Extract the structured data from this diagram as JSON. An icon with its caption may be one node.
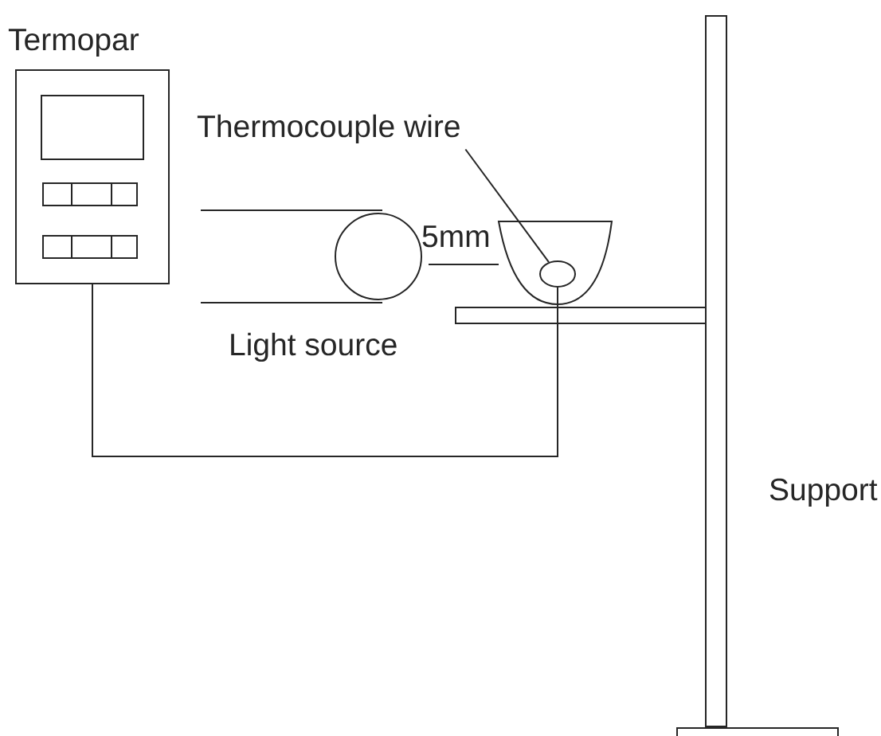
{
  "diagram": {
    "nodes": [
      {
        "text": [
          "Termopar"
        ]
      },
      {
        "text": [
          "Thermocouple wire"
        ]
      },
      {
        "text": [],
        "shape": "circle"
      }
    ],
    "edges": [
      {
        "from": 1,
        "to": 2,
        "arrow": "none"
      },
      {
        "from": 0,
        "to": 2,
        "arrow": "none"
      }
    ],
    "labels": [
      "5mm",
      "Light source",
      "Support"
    ]
  }
}
